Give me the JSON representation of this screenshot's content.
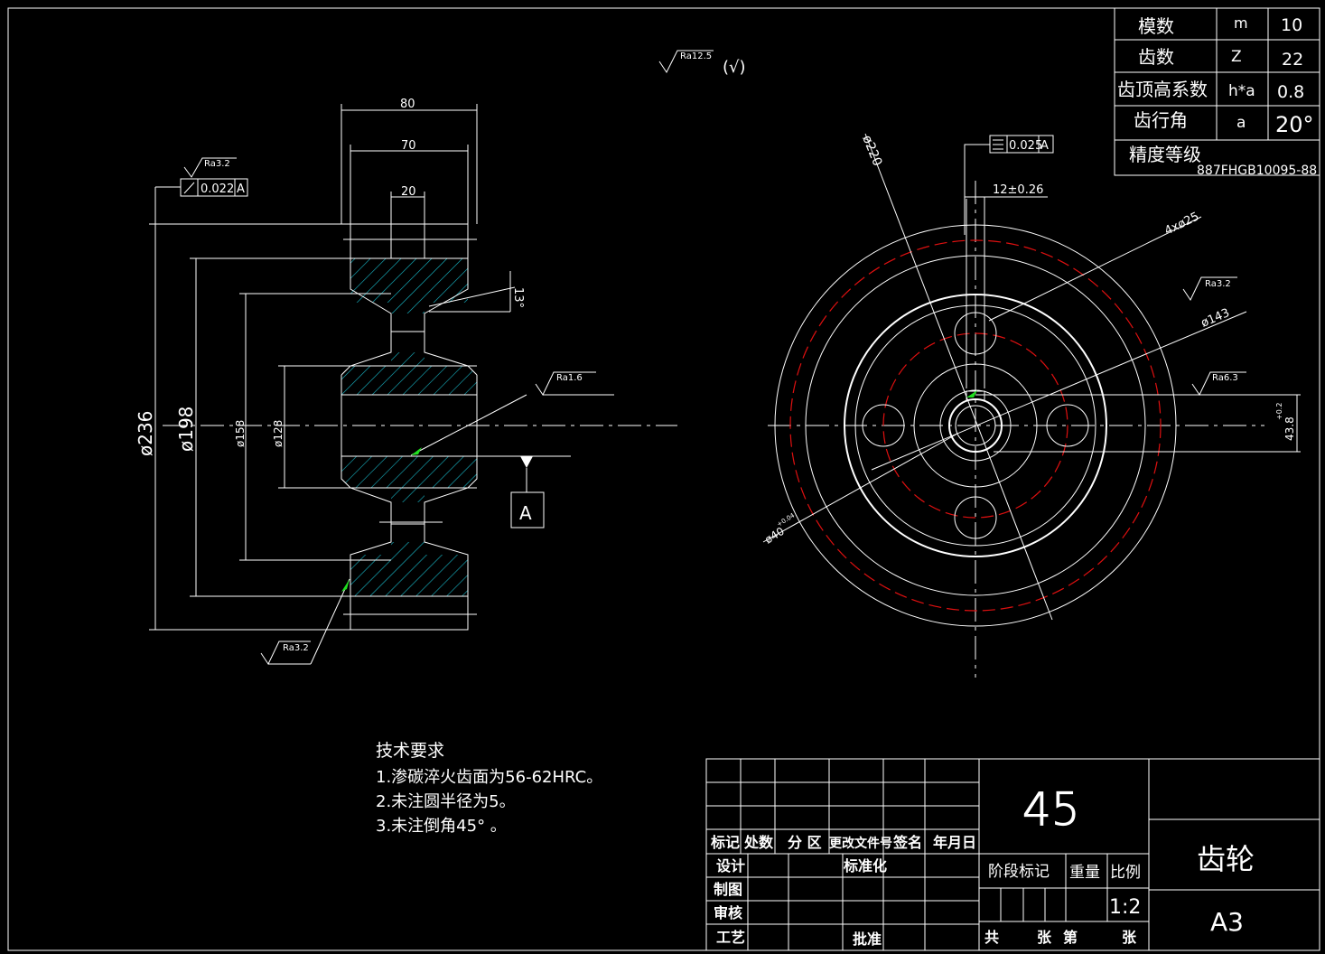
{
  "top_roughness": {
    "label": "Ra12.5",
    "suffix": "(√)"
  },
  "params": [
    {
      "name": "模数",
      "symbol": "m",
      "value": "10"
    },
    {
      "name": "齿数",
      "symbol": "Z",
      "value": "22"
    },
    {
      "name": "齿顶高系数",
      "symbol": "h*a",
      "value": "0.8"
    },
    {
      "name": "齿行角",
      "symbol": "a",
      "value": "20°"
    },
    {
      "name": "精度等级",
      "symbol": "",
      "value": ""
    }
  ],
  "precision_note": "887FHGB10095-88",
  "side_view": {
    "dims": {
      "w80": "80",
      "w70": "70",
      "w20": "20",
      "angle": "13°",
      "d236": "ø236",
      "d198": "ø198",
      "d158": "ø158",
      "d128": "ø128"
    },
    "tolerance_frame": "0.022",
    "datum_ref": "A",
    "datum": "A",
    "roughness": {
      "top": "Ra3.2",
      "bore": "Ra1.6",
      "bottom": "Ra3.2"
    }
  },
  "front_view": {
    "dims": {
      "d220": "ø220",
      "w12": "12±0.26",
      "holes": "4xø25",
      "d143": "ø143",
      "d40": "ø40",
      "d40_tol": "+0.04",
      "h43": "43.8",
      "h43_tol": "+0.2"
    },
    "tolerance_frame": "0.025",
    "datum_ref": "A",
    "roughness": {
      "top": "Ra3.2",
      "right": "Ra6.3"
    }
  },
  "tech_req": {
    "title": "技术要求",
    "items": [
      "1.渗碳淬火齿面为56-62HRC。",
      "2.未注圆半径为5。",
      "3.未注倒角45° 。"
    ]
  },
  "title_block": {
    "material": "45",
    "part_name": "齿轮",
    "sheet": "A3",
    "scale": "1:2",
    "headers": [
      "标记",
      "处数",
      "分 区",
      "更改文件号",
      "签名",
      "年月日"
    ],
    "roles": [
      "设计",
      "制图",
      "审核",
      "工艺"
    ],
    "standardize": "标准化",
    "approve": "批准",
    "stage_mark": "阶段标记",
    "weight": "重量",
    "ratio": "比例",
    "total": "共",
    "sheets": "张",
    "no": "第",
    "sheets2": "张"
  }
}
